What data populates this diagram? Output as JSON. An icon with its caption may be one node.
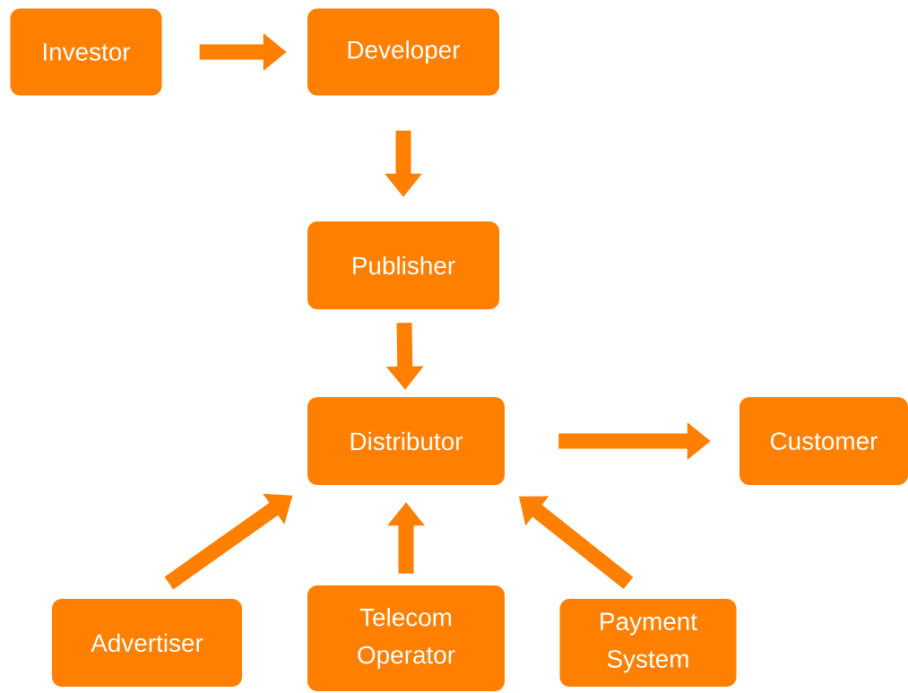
{
  "diagram": {
    "nodes": [
      {
        "text": [
          "Investor"
        ]
      },
      {
        "text": [
          "Developer"
        ]
      },
      {
        "text": [
          "Publisher"
        ]
      },
      {
        "text": [
          "Distributor"
        ]
      },
      {
        "text": [
          "Customer"
        ]
      },
      {
        "text": [
          "Advertiser"
        ]
      },
      {
        "text": [
          "Telecom Operator"
        ]
      },
      {
        "text": [
          "Payment System"
        ]
      }
    ],
    "edges": [
      {
        "from": 0,
        "to": 1,
        "arrow": "to"
      },
      {
        "from": 1,
        "to": 2,
        "arrow": "to"
      },
      {
        "from": 2,
        "to": 3,
        "arrow": "to"
      },
      {
        "from": 3,
        "to": 4,
        "arrow": "to"
      },
      {
        "from": 5,
        "to": 3,
        "arrow": "to"
      },
      {
        "from": 6,
        "to": 3,
        "arrow": "to"
      },
      {
        "from": 7,
        "to": 3,
        "arrow": "to"
      }
    ]
  }
}
